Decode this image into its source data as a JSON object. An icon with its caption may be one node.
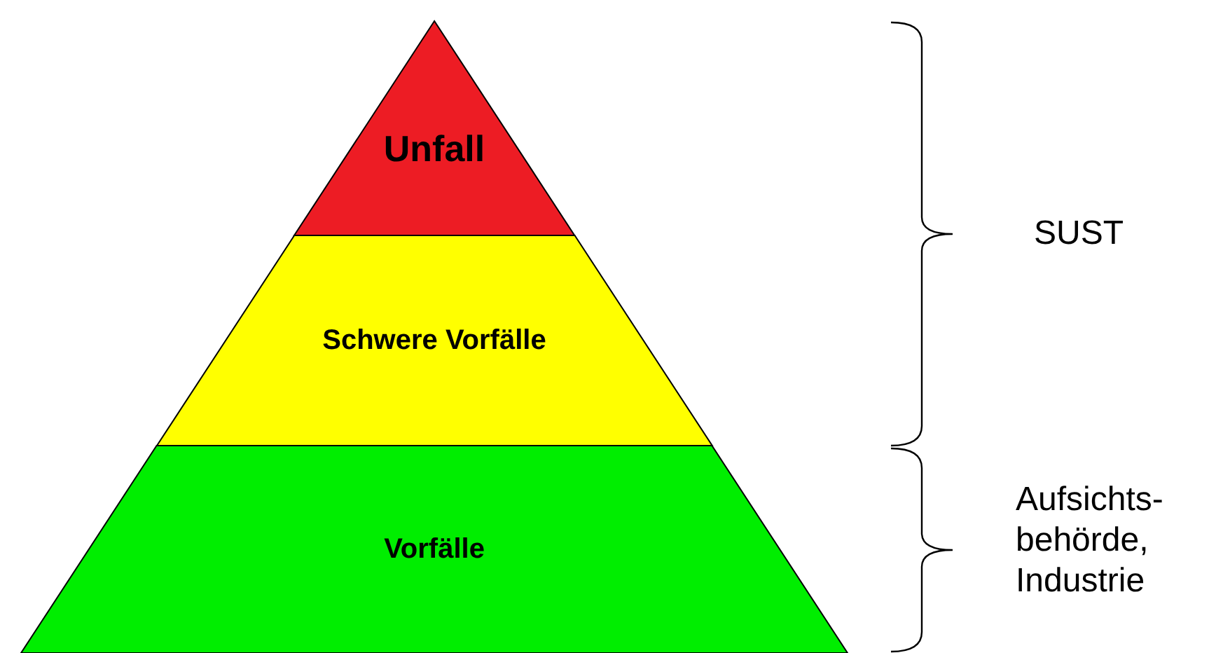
{
  "diagram": {
    "nodes": [
      {
        "text": [
          "Unfall"
        ]
      },
      {
        "text": [
          "Schwere Vorfälle"
        ]
      },
      {
        "text": [
          "Vorfälle"
        ]
      }
    ],
    "labels": [
      "SUST",
      "Aufsichts-behörde, Industrie"
    ]
  }
}
